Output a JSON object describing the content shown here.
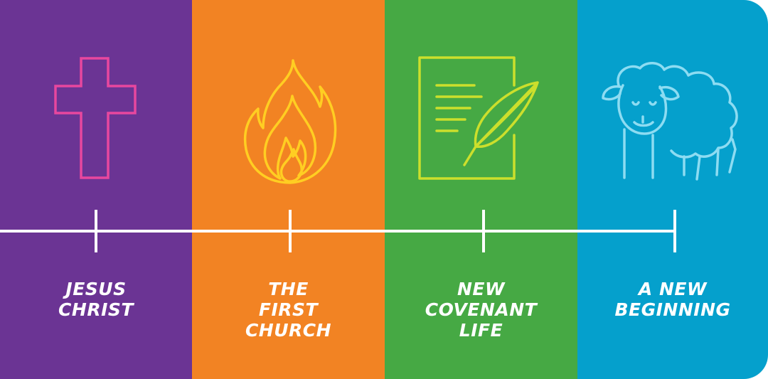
{
  "colors": {
    "panel_1": "#6B3494",
    "panel_2": "#F28323",
    "panel_3": "#46A944",
    "panel_4": "#05A0CC",
    "icon_cross": "#E8479E",
    "icon_flame": "#FFCE22",
    "icon_document": "#CCDF2C",
    "icon_lamb": "#8DDCF2",
    "axis": "#ffffff",
    "label": "#ffffff"
  },
  "panels": [
    {
      "icon": "cross-icon",
      "label": "JESUS\nCHRIST"
    },
    {
      "icon": "flame-icon",
      "label": "THE\nFIRST\nCHURCH"
    },
    {
      "icon": "document-quill-icon",
      "label": "NEW\nCOVENANT\nLIFE"
    },
    {
      "icon": "lamb-icon",
      "label": "A NEW\nBEGINNING"
    }
  ]
}
